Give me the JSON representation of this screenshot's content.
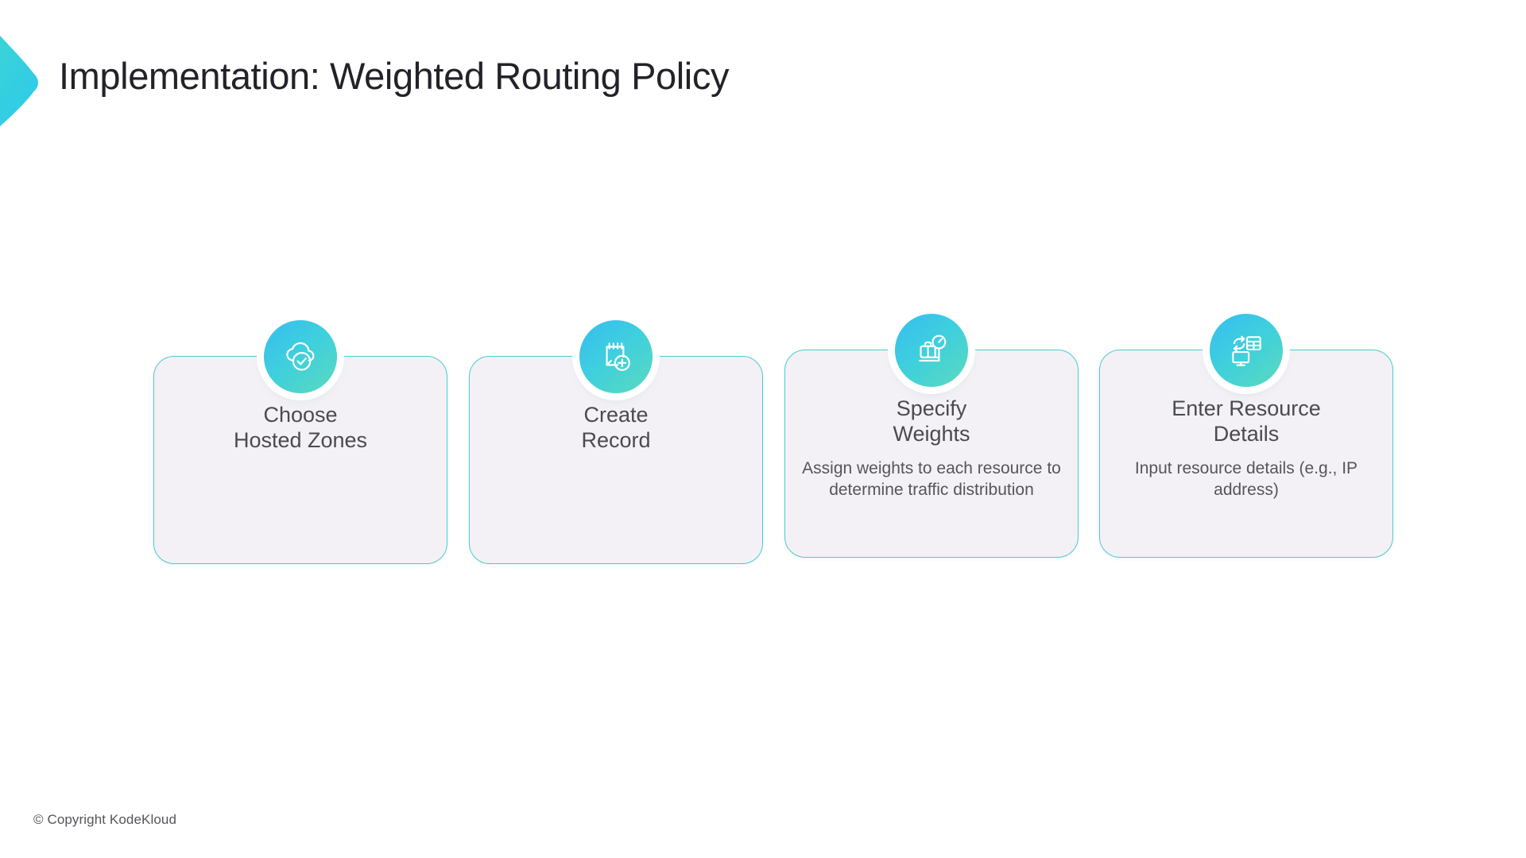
{
  "slide": {
    "title": "Implementation: Weighted Routing Policy",
    "accent_color": "#3fd0dd",
    "card_border_color": "#49ccd0",
    "card_fill_color": "#f3f1f5",
    "title_color": "#222229",
    "decor_icon": "chevron-right-mark"
  },
  "steps": [
    {
      "icon": "cloud-check-icon",
      "title": "Choose\nHosted Zones",
      "description": ""
    },
    {
      "icon": "notepad-plus-icon",
      "title": "Create\nRecord",
      "description": ""
    },
    {
      "icon": "weighing-scale-icon",
      "title": "Specify\nWeights",
      "description": "Assign weights to each resource to determine traffic distribution"
    },
    {
      "icon": "monitor-table-sync-icon",
      "title": "Enter Resource\nDetails",
      "description": "Input resource details (e.g., IP address)"
    }
  ],
  "footer": {
    "copyright": "© Copyright KodeKloud"
  }
}
